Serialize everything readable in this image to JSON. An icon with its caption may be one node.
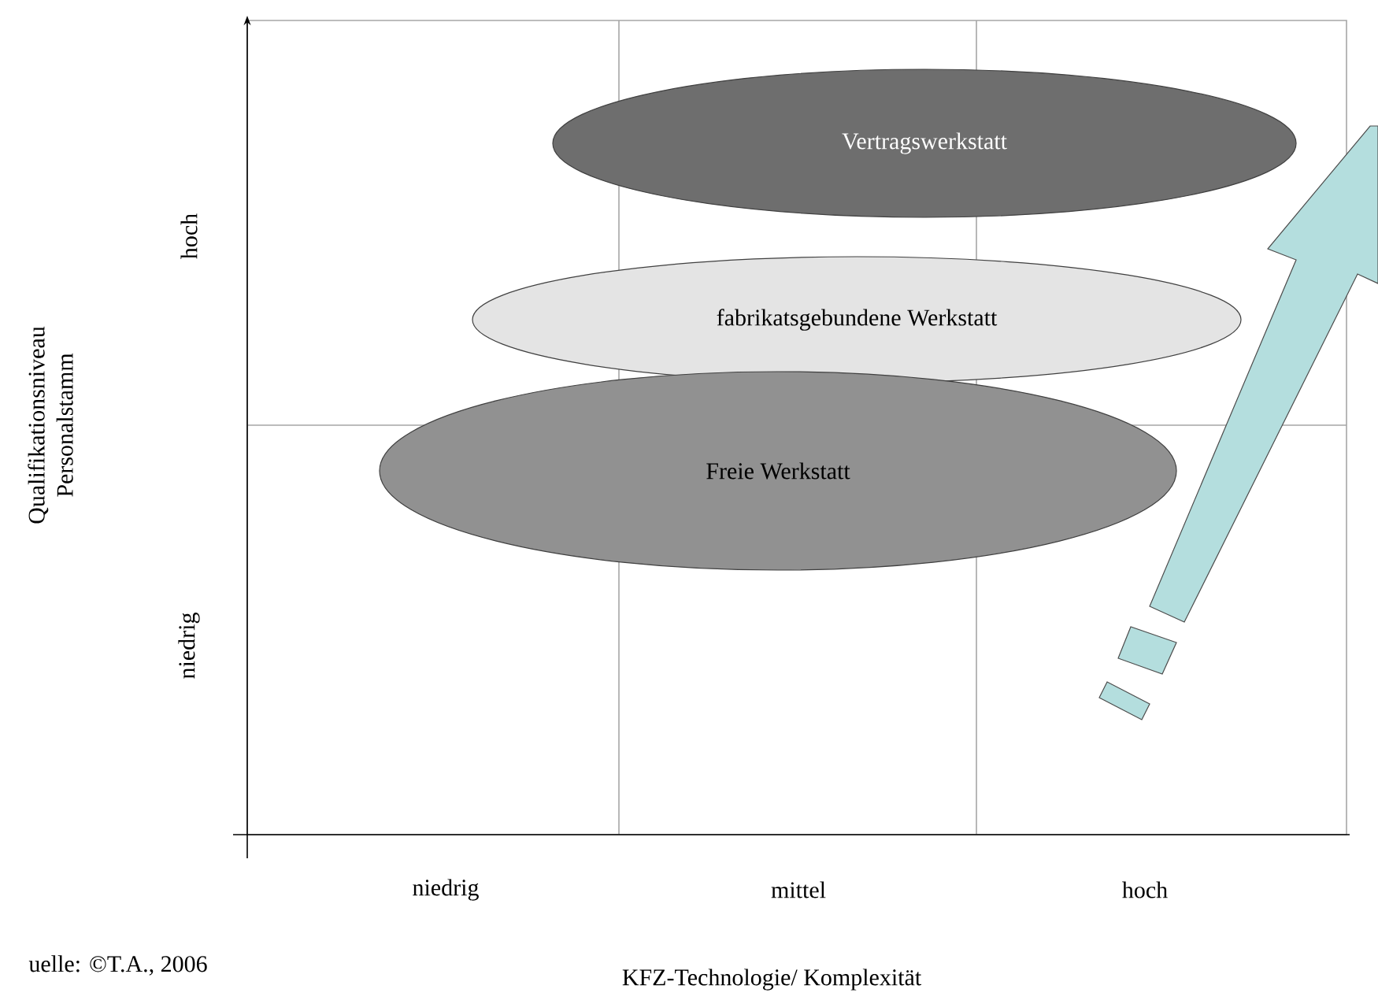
{
  "diagram": {
    "nodes": [
      {
        "text": [
          "Vertragswerkstatt"
        ]
      },
      {
        "text": [
          "fabrikatsgebundene Werkstatt"
        ]
      },
      {
        "text": [
          "Freie Werkstatt"
        ]
      }
    ],
    "edges": [],
    "labels": [
      "Qualifikationsniveau Personalstamm",
      "hoch",
      "niedrig",
      "niedrig",
      "mittel",
      "hoch",
      "uelle: ©T.A., 2006",
      "KFZ-Technologie/ Komplexität"
    ]
  }
}
